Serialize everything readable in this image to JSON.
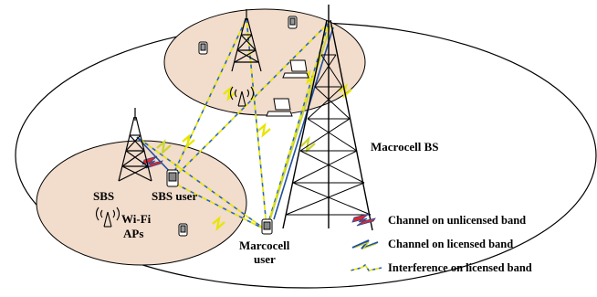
{
  "labels": {
    "macrocell_bs": "Macrocell BS",
    "sbs": "SBS",
    "sbs_user": "SBS user",
    "wifi_line1": "Wi-Fi",
    "wifi_line2": "APs",
    "macro_user_line1": "Marcocell",
    "macro_user_line2": "user"
  },
  "legend": [
    {
      "label": "Channel on unlicensed band",
      "style": "unlicensed"
    },
    {
      "label": "Channel on licensed band",
      "style": "licensed"
    },
    {
      "label": "Interference on licensed band",
      "style": "interference"
    }
  ],
  "colors": {
    "cell_fill": "#f2dccb",
    "unlicensed_red": "#e0262b",
    "licensed_blue": "#1f4e9c",
    "interference_yellow": "#e6e600",
    "interference_blue": "#2a63b8",
    "ellipse_stroke": "#000000"
  },
  "icons": [
    "macrocell-tower-icon",
    "small-cell-tower-icon",
    "wifi-ap-icon",
    "smartphone-icon",
    "laptop-icon"
  ]
}
